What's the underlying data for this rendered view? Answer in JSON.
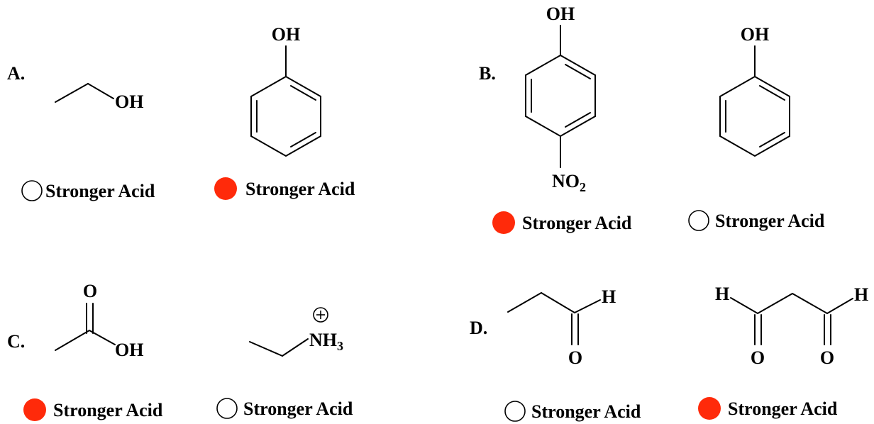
{
  "accent": "#ff2a0a",
  "questions": {
    "a": {
      "label": "A.",
      "mol1": {
        "oh": "OH"
      },
      "mol2": {
        "oh": "OH"
      },
      "options": [
        {
          "text": "Stronger Acid",
          "selected": false
        },
        {
          "text": "Stronger Acid",
          "selected": true
        }
      ]
    },
    "b": {
      "label": "B.",
      "mol1": {
        "oh": "OH",
        "no": "NO",
        "no_sub": "2"
      },
      "mol2": {
        "oh": "OH"
      },
      "options": [
        {
          "text": "Stronger Acid",
          "selected": true
        },
        {
          "text": "Stronger Acid",
          "selected": false
        }
      ]
    },
    "c": {
      "label": "C.",
      "mol1": {
        "o": "O",
        "oh": "OH"
      },
      "mol2": {
        "nh": "NH",
        "nh_sub": "3"
      },
      "options": [
        {
          "text": "Stronger Acid",
          "selected": true
        },
        {
          "text": "Stronger Acid",
          "selected": false
        }
      ]
    },
    "d": {
      "label": "D.",
      "mol1": {
        "h": "H",
        "o": "O"
      },
      "mol2": {
        "h1": "H",
        "h2": "H",
        "o1": "O",
        "o2": "O"
      },
      "options": [
        {
          "text": "Stronger Acid",
          "selected": false
        },
        {
          "text": "Stronger Acid",
          "selected": true
        }
      ]
    }
  }
}
